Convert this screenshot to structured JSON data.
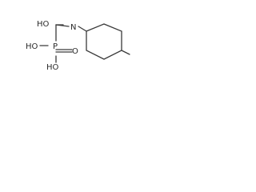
{
  "molecule": {
    "atoms": {
      "hydroxy_carbonyl": "HO",
      "nitrogen": "N",
      "phosphorus": "P",
      "phosphoryl_oxygen": "O",
      "hydroxy_1": "HO",
      "hydroxy_2": "HO"
    },
    "colors": {
      "bond": "#3a3a3a",
      "label": "#2a2a2a",
      "background": "#ffffff"
    }
  }
}
